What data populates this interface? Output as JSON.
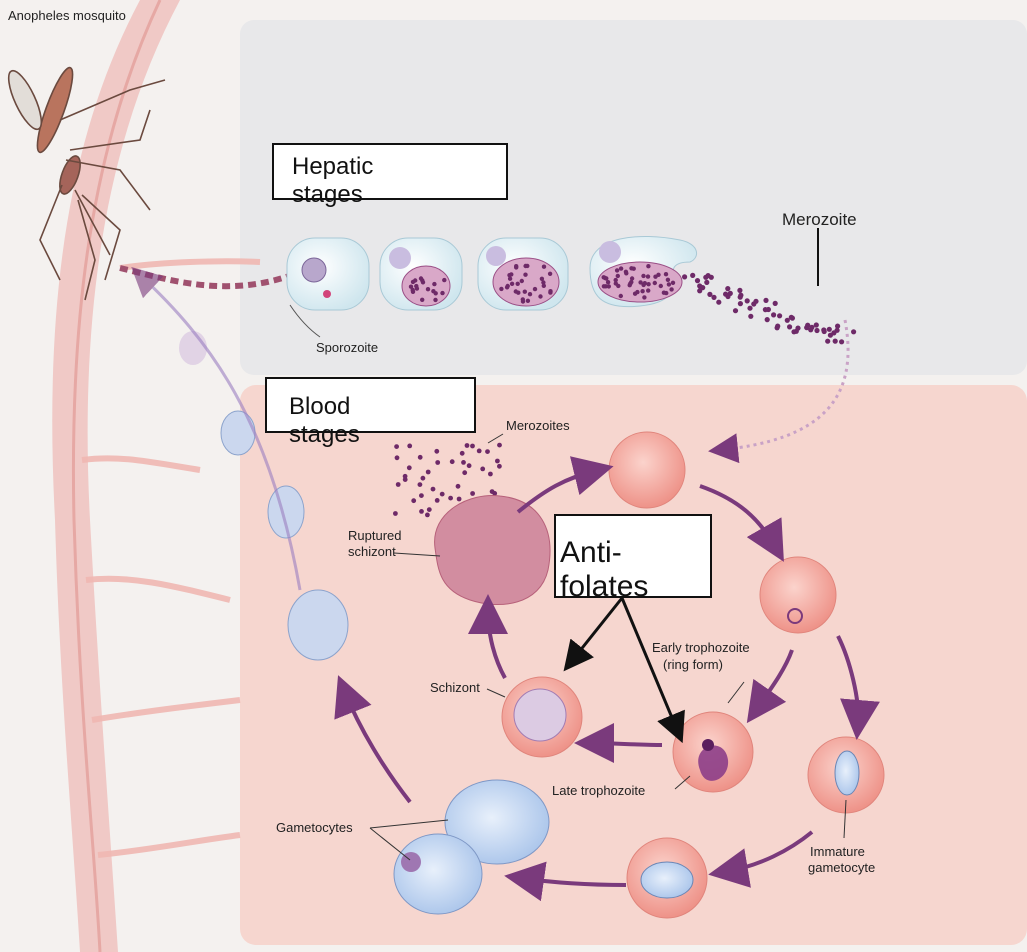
{
  "labels": {
    "mosquito": "Anopheles mosquito",
    "sporozoite": "Sporozoite",
    "merozoite": "Merozoite",
    "merozoites": "Merozoites",
    "ruptured_schizont": "Ruptured\nschizont",
    "schizont": "Schizont",
    "early_trophozoite": "Early trophozoite\n(ring form)",
    "late_trophozoite": "Late trophozoite",
    "gametocytes": "Gametocytes",
    "immature_gametocyte": "Immature\ngametocyte"
  },
  "callouts": {
    "hepatic": "Hepatic\nstages",
    "blood": "Blood\nstages",
    "antifolates": "Anti-folates"
  },
  "colors": {
    "page_bg": "#f4f1ef",
    "liver_panel": "#e9e9ea",
    "blood_panel": "#f6d8d2",
    "vessel": "#efc3c0",
    "rbc": "#f3a7a0",
    "parasite_dots": "#7b2d70",
    "arrow": "#7a3a7c",
    "gametocyte": "#bfd4f0"
  }
}
